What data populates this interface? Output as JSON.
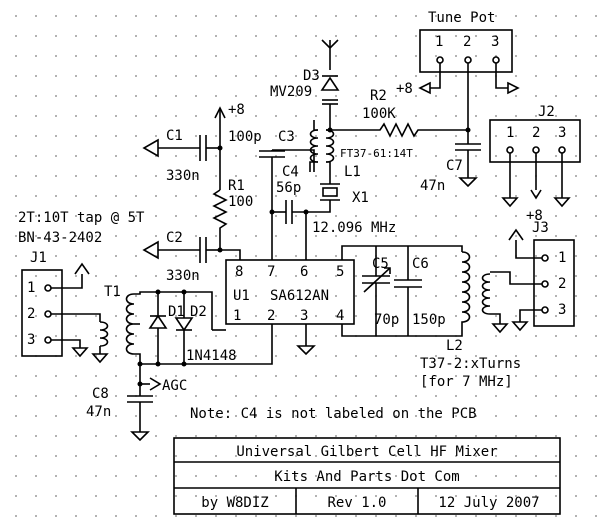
{
  "tune_pot": {
    "title": "Tune Pot",
    "pins": [
      "1",
      "2",
      "3"
    ]
  },
  "j2": {
    "label": "J2",
    "pins": [
      "1",
      "2",
      "3"
    ],
    "supply": "+8"
  },
  "j3": {
    "label": "J3",
    "pins": [
      "1",
      "2",
      "3"
    ]
  },
  "j1": {
    "label": "J1",
    "pins": [
      "1",
      "2",
      "3"
    ]
  },
  "d3": {
    "ref": "D3",
    "part": "MV209"
  },
  "r2": {
    "ref": "R2",
    "value": "100K"
  },
  "l1": {
    "ref": "L1",
    "core": "FT37-61:14T"
  },
  "c7": {
    "ref": "C7",
    "value": "47n"
  },
  "x1": {
    "ref": "X1",
    "freq": "12.096 MHz"
  },
  "c1": {
    "ref": "C1",
    "value": "330n"
  },
  "c2": {
    "ref": "C2",
    "value": "330n"
  },
  "c3": {
    "ref": "C3",
    "value": "100p"
  },
  "c4": {
    "ref": "C4",
    "value": "56p"
  },
  "c5": {
    "ref": "C5",
    "value": "70p"
  },
  "c6": {
    "ref": "C6",
    "value": "150p"
  },
  "c8": {
    "ref": "C8",
    "value": "47n"
  },
  "r1": {
    "ref": "R1",
    "value": "100"
  },
  "l2": {
    "ref": "L2",
    "note1": "T37-2:xTurns",
    "note2": "[for 7 MHz]"
  },
  "u1": {
    "ref": "U1",
    "part": "SA612AN",
    "pins_top": [
      "8",
      "7",
      "6",
      "5"
    ],
    "pins_bottom": [
      "1",
      "2",
      "3",
      "4"
    ]
  },
  "t1": {
    "ref": "T1",
    "tap": "2T:10T tap @ 5T",
    "core": "BN-43-2402"
  },
  "diodes": {
    "d1": "D1",
    "d2": "D2",
    "part": "1N4148"
  },
  "supply_label": "+8",
  "agc_label": "AGC",
  "note": "Note: C4 is not labeled on the PCB",
  "title_block": {
    "title": "Universal Gilbert Cell HF Mixer",
    "company": "Kits And Parts Dot Com",
    "author": "by W8DIZ",
    "rev": "Rev 1.0",
    "date": "12 July 2007"
  }
}
